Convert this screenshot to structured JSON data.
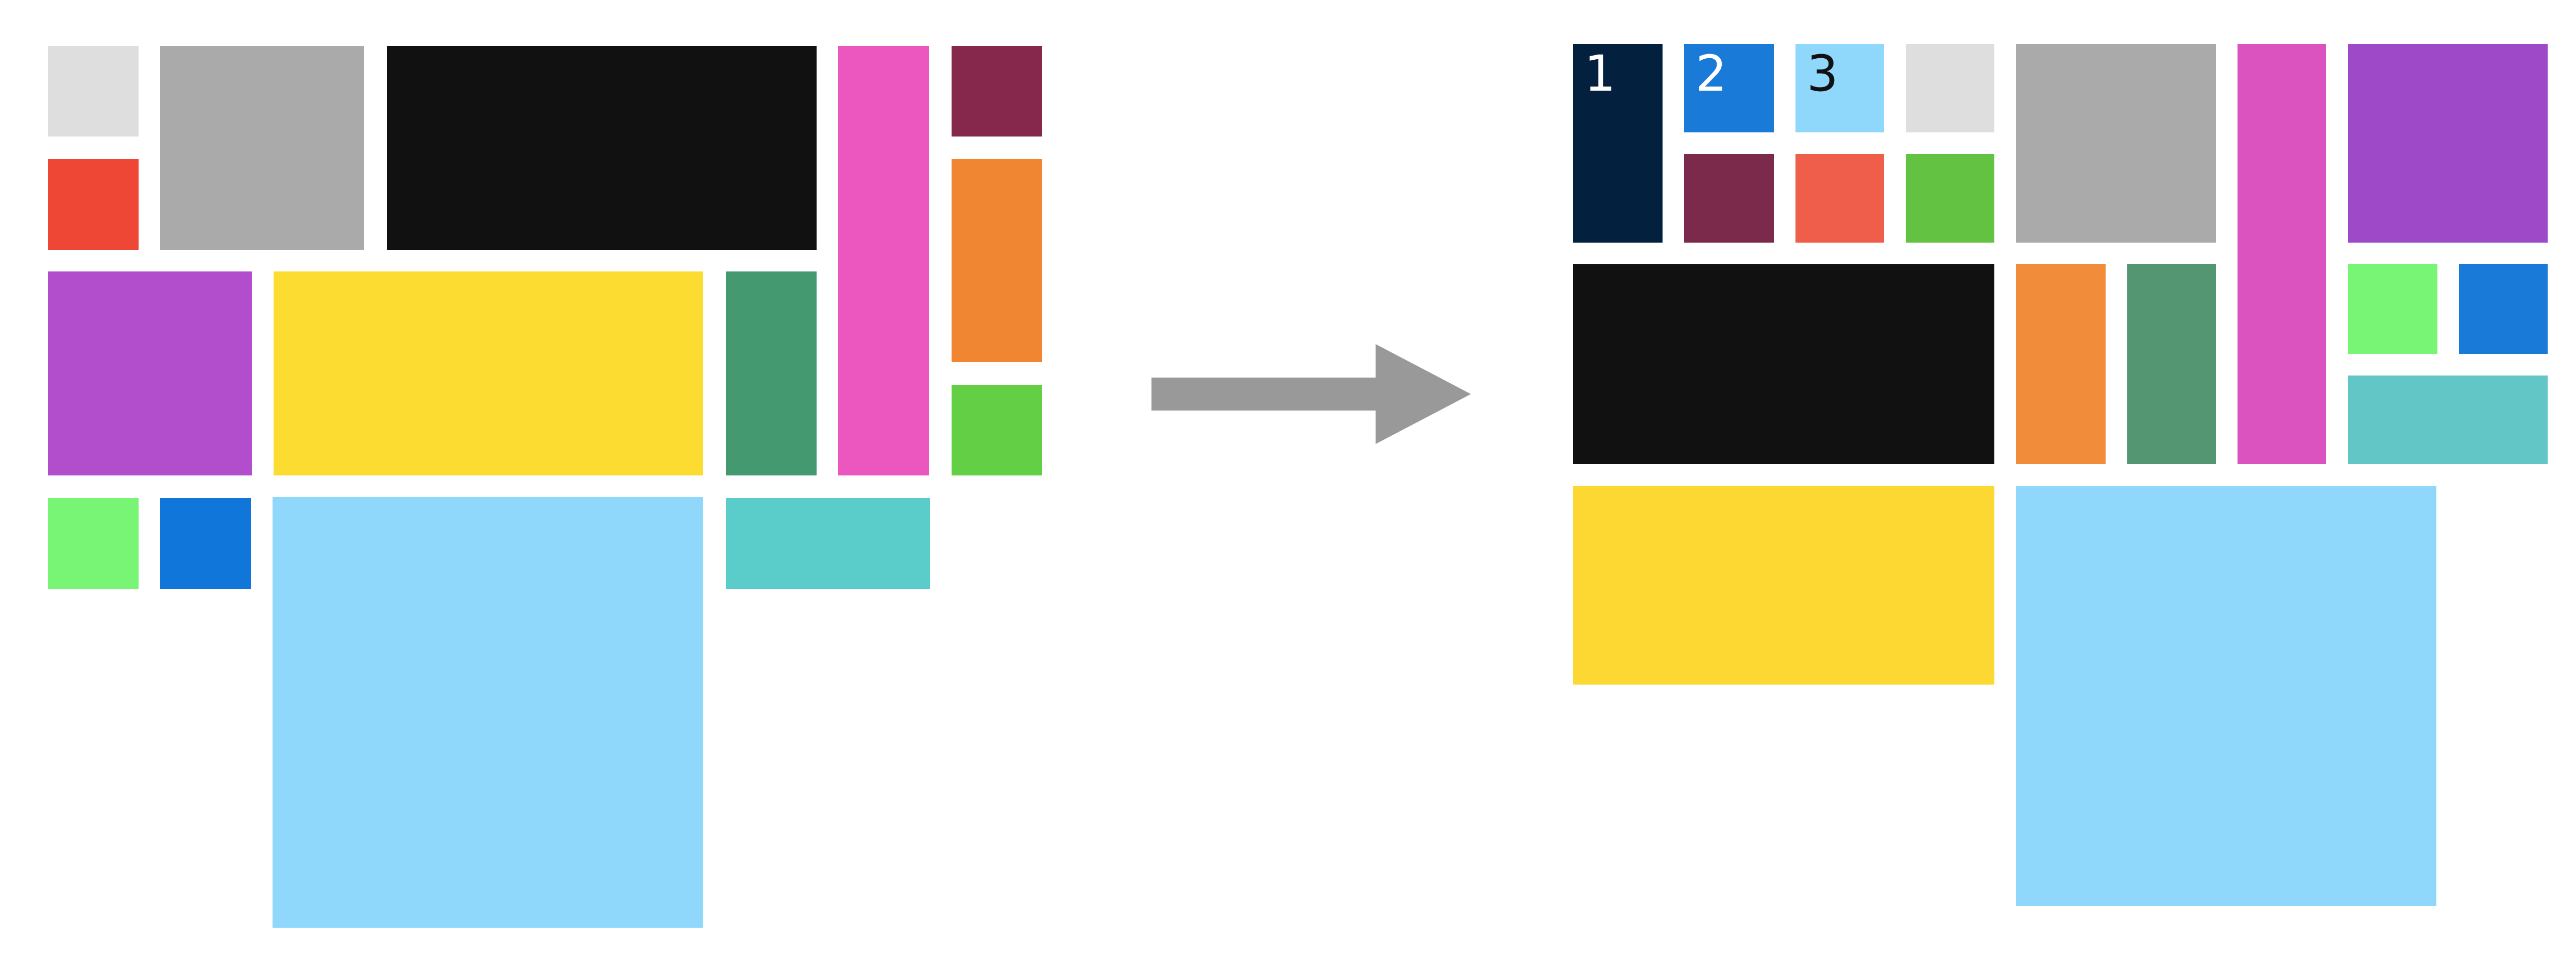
{
  "colors": {
    "background": "#ffffff",
    "arrow": "#999999"
  },
  "before": {
    "blocks": [
      {
        "id": "light-gray-square",
        "color": "#dedede"
      },
      {
        "id": "gray-tile",
        "color": "#aaaaaa"
      },
      {
        "id": "black-block",
        "color": "#111111"
      },
      {
        "id": "pink-column",
        "color": "#eb57bf"
      },
      {
        "id": "maroon-square",
        "color": "#86284c"
      },
      {
        "id": "red-square",
        "color": "#ef4735"
      },
      {
        "id": "orange-tile",
        "color": "#f18632"
      },
      {
        "id": "purple-tile",
        "color": "#b24ecc"
      },
      {
        "id": "yellow-block",
        "color": "#fddc32"
      },
      {
        "id": "green-column",
        "color": "#449970"
      },
      {
        "id": "lime-square",
        "color": "#62cf44"
      },
      {
        "id": "light-green-square",
        "color": "#78f574"
      },
      {
        "id": "blue-square",
        "color": "#1076da"
      },
      {
        "id": "light-blue-block",
        "color": "#8fd8fb"
      },
      {
        "id": "teal-block",
        "color": "#5accca"
      }
    ]
  },
  "after": {
    "blocks": [
      {
        "id": "navy-numbered-tile",
        "color": "#03203f",
        "label": "1",
        "label_color": "#ffffff"
      },
      {
        "id": "blue-numbered-square",
        "color": "#1a7ad8",
        "label": "2",
        "label_color": "#ffffff"
      },
      {
        "id": "light-blue-numbered-square",
        "color": "#8fd8fb",
        "label": "3",
        "label_color": "#111111"
      },
      {
        "id": "light-gray-square",
        "color": "#dedede"
      },
      {
        "id": "gray-tile",
        "color": "#aaaaaa"
      },
      {
        "id": "pink-column",
        "color": "#db53bf"
      },
      {
        "id": "purple-tile",
        "color": "#9e49c8"
      },
      {
        "id": "maroon-square",
        "color": "#7b2a4c"
      },
      {
        "id": "red-square",
        "color": "#ef5e4a"
      },
      {
        "id": "lime-square",
        "color": "#64c243"
      },
      {
        "id": "black-block",
        "color": "#111111"
      },
      {
        "id": "orange-column",
        "color": "#f18c3a"
      },
      {
        "id": "green-column",
        "color": "#559672"
      },
      {
        "id": "light-green-square",
        "color": "#78f574"
      },
      {
        "id": "blue-square",
        "color": "#1a7ad8"
      },
      {
        "id": "teal-block",
        "color": "#62c5c6"
      },
      {
        "id": "yellow-block",
        "color": "#fdd832"
      },
      {
        "id": "light-blue-block",
        "color": "#8fd8fb"
      }
    ]
  }
}
